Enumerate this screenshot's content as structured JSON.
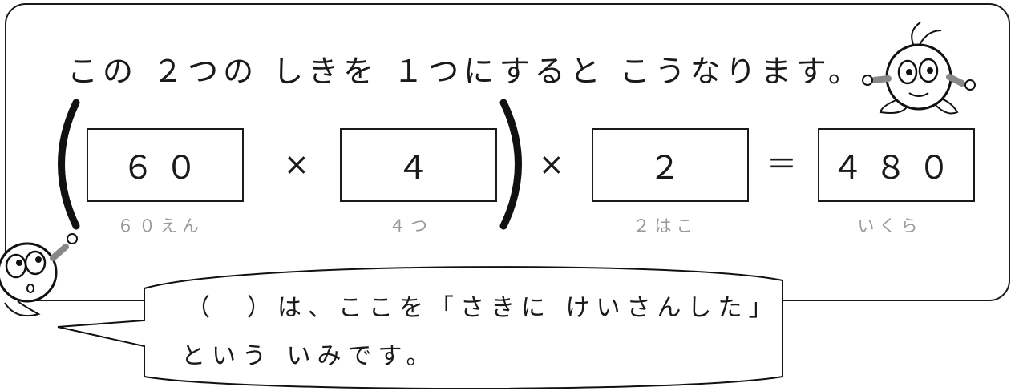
{
  "heading": "この ２つの しきを １つにすると こうなります。",
  "expression": {
    "box1": "６０",
    "op1": "×",
    "box2": "４",
    "op2": "×",
    "box3": "２",
    "equals": "＝",
    "box4": "４８０"
  },
  "labels": {
    "box1": "６０えん",
    "box2": "４つ",
    "box3": "２はこ",
    "box4": "いくら"
  },
  "bubble": {
    "line1": "（　）は、ここを「さきに けいさんした」",
    "line2": "という いみです。"
  }
}
